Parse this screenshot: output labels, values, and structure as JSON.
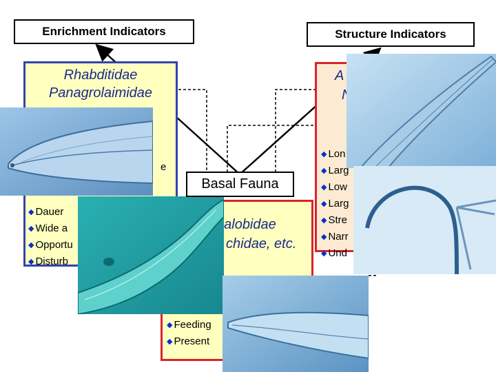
{
  "header_left": "Enrichment Indicators",
  "header_right": "Structure Indicators",
  "left_box": {
    "family1": "Rhabditidae",
    "family2": "Panagrolaimidae",
    "partial_e": "e",
    "bullets": [
      "Dauer",
      "Wide a",
      "Opportu",
      "Disturb"
    ]
  },
  "right_box": {
    "family_a": "A",
    "family_n": "N",
    "bullets": [
      "Lon",
      "Larg",
      "Low",
      "Larg",
      "Stre",
      "Narr",
      "Und"
    ]
  },
  "center": {
    "basal_label": "Basal Fauna",
    "family1": "halobidae",
    "family2": "chidae, etc.",
    "bullets": [
      "Feeding",
      "Present"
    ]
  },
  "colors": {
    "left_border": "#3344aa",
    "left_fill": "#ffffc0",
    "right_border": "#d8242c",
    "right_fill": "#fcebd2",
    "center_border": "#d8242c",
    "center_fill": "#ffffc0",
    "bullet": "#0033cc"
  }
}
